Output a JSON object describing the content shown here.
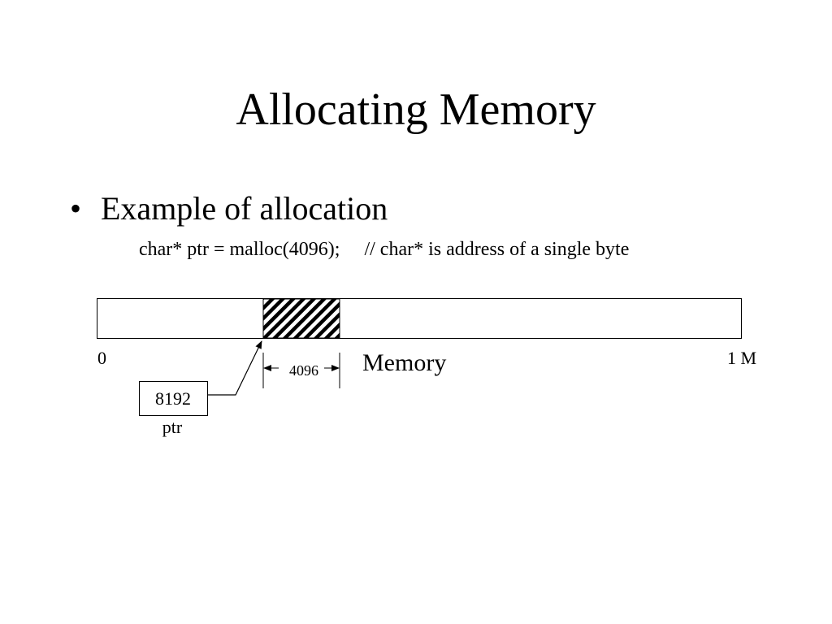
{
  "slide": {
    "title": "Allocating Memory",
    "bullet_glyph": "•",
    "bullet": "Example of allocation",
    "code": "char* ptr = malloc(4096);",
    "comment": "// char* is address of a single byte"
  },
  "diagram": {
    "memory_label": "Memory",
    "start_label": "0",
    "end_label": "1 M",
    "block_size_label": "4096",
    "pointer_value": "8192",
    "pointer_name": "ptr"
  }
}
